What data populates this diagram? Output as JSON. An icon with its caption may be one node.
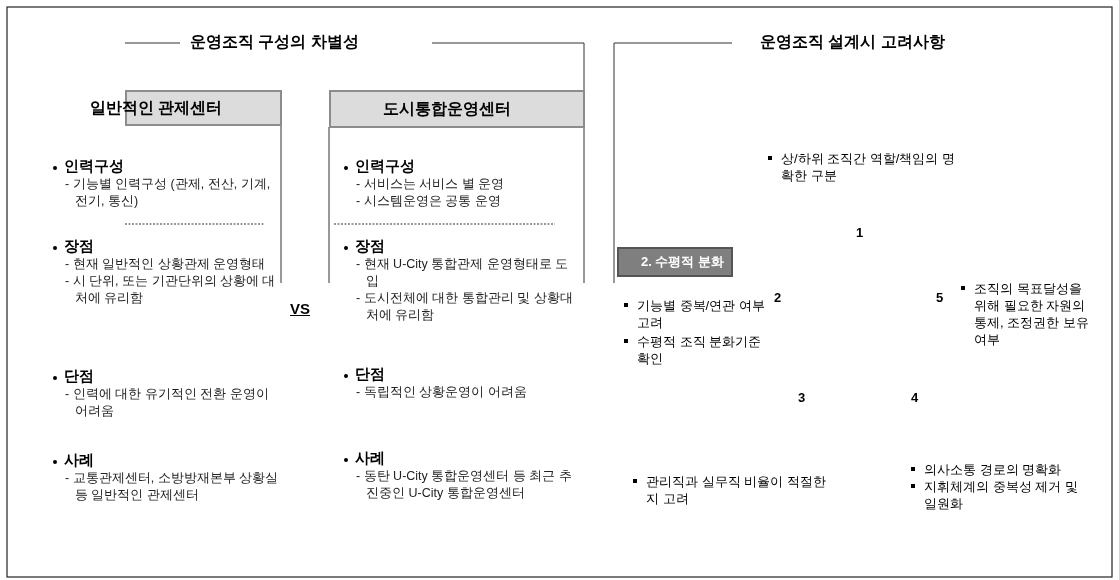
{
  "diagram": {
    "nodes": [
      {
        "text": [
          "일반적인 관제센터"
        ]
      },
      {
        "text": [
          "인력구성",
          "- 기능별 인력구성 (관제, 전산, 기계, 전기, 통신)"
        ]
      },
      {
        "text": [
          "장점",
          "- 현재 일반적인 상황관제 운영형태",
          "- 시 단위, 또는 기관단위의 상황에 대처에 유리함"
        ]
      },
      {
        "text": [
          "단점",
          "- 인력에 대한 유기적인 전환 운영이 어려움"
        ]
      },
      {
        "text": [
          "사례",
          "- 교통관제센터, 소방방재본부 상황실 등 일반적인 관제센터"
        ]
      },
      {
        "text": [
          "도시통합운영센터"
        ]
      },
      {
        "text": [
          "인력구성",
          "- 서비스는 서비스 별 운영",
          "- 시스템운영은 공통 운영"
        ]
      },
      {
        "text": [
          "장점",
          "- 현재 U-City 통합관제 운영형태로 도입",
          "- 도시전체에 대한 통합관리 및 상황대처에 유리함"
        ]
      },
      {
        "text": [
          "단점",
          "- 독립적인 상황운영이 어려움"
        ]
      },
      {
        "text": [
          "사례",
          "- 동탄 U-City 통합운영센터 등 최근 추진중인 U-City 통합운영센터"
        ]
      },
      {
        "text": [
          "2. 수평적 분화"
        ]
      }
    ],
    "edges": [],
    "labels": [
      "운영조직 구성의 차별성",
      "운영조직 설계시 고려사항",
      "상/하위 조직간 역할/책임의 명확한 구분",
      "1",
      "VS",
      "2",
      "5",
      "기능별 중복/연관 여부 고려",
      "수평적 조직 분화기준 확인",
      "조직의 목표달성을 위해 필요한 자원의 통제, 조정권한 보유 여부",
      "3",
      "4",
      "관리직과 실무직 비율이 적절한지 고려",
      "의사소통 경로의 명확화",
      "지휘체계의 중복성 제거 및 일원화"
    ]
  }
}
